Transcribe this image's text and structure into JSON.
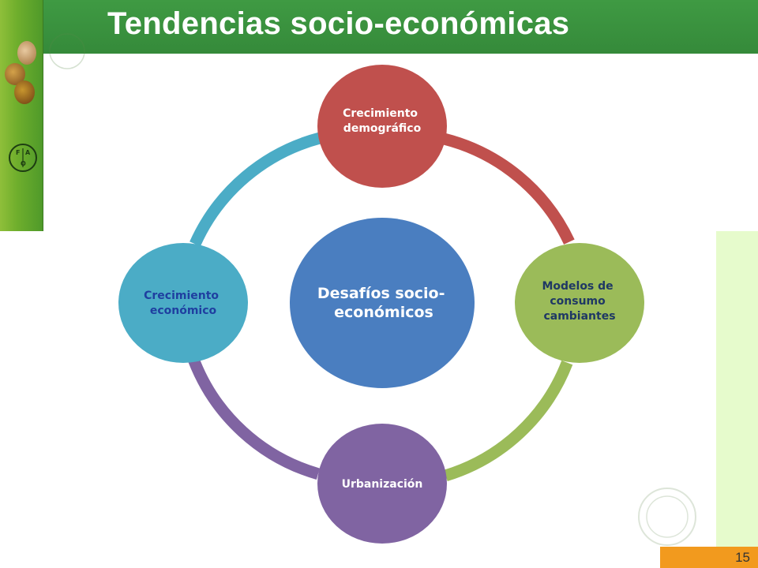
{
  "slide": {
    "title": "Tendencias socio-económicas",
    "page_number": "15"
  },
  "branding": {
    "logo_icon": "fao-logo-icon",
    "header_color": "#3a9440",
    "accent_color": "#f29a1e"
  },
  "diagram": {
    "center": {
      "lines": [
        "Desafíos socio-",
        "económicos"
      ],
      "color": "#4a7ec0",
      "text_color": "#ffffff"
    },
    "nodes": [
      {
        "id": "crecimiento-demografico",
        "lines": [
          "Crecimiento",
          "demográfico"
        ],
        "color": "#c0504d",
        "text_color": "#ffffff"
      },
      {
        "id": "modelos-consumo",
        "lines": [
          "Modelos de",
          "consumo",
          "cambiantes"
        ],
        "color": "#9bbb59",
        "text_color": "#1f3864"
      },
      {
        "id": "urbanizacion",
        "lines": [
          "Urbanización"
        ],
        "color": "#8064a2",
        "text_color": "#ffffff"
      },
      {
        "id": "crecimiento-economico",
        "lines": [
          "Crecimiento",
          "económico"
        ],
        "color": "#4bacc6",
        "text_color": "#1f3fa0"
      }
    ]
  }
}
